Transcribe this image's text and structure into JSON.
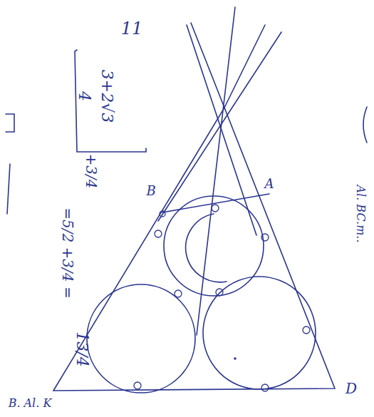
{
  "diagram": {
    "labels": [
      "11",
      "3+2√3",
      "4",
      "+3/4",
      "=5/2 +3/4 =",
      "13/4",
      "B",
      "A",
      "D",
      "Al. BC.m..",
      "B. Al. K"
    ]
  }
}
